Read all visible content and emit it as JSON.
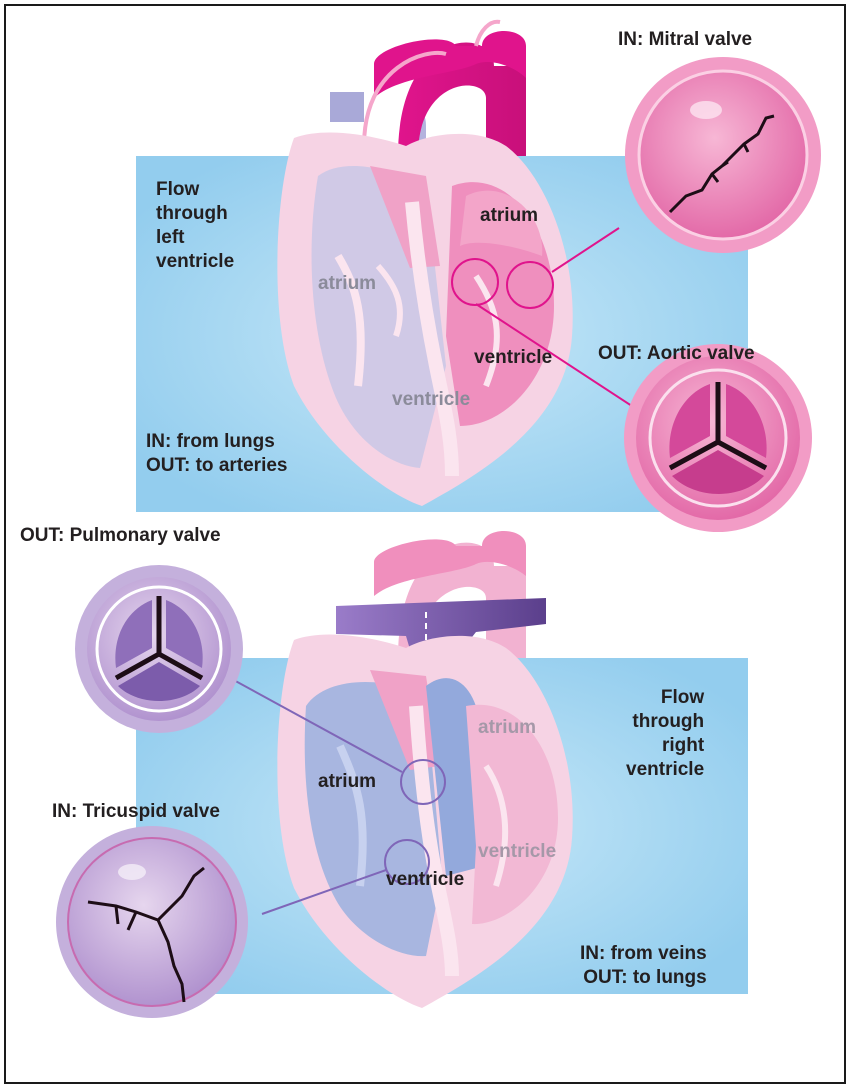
{
  "top_panel": {
    "flow_label": [
      "Flow",
      "through",
      "left",
      "ventricle"
    ],
    "in_out": [
      "IN: from lungs",
      "OUT: to arteries"
    ],
    "chambers": {
      "left_atrium": "atrium",
      "right_atrium": "atrium",
      "left_ventricle": "ventricle",
      "right_ventricle": "ventricle"
    },
    "valve_in": "IN: Mitral valve",
    "valve_out": "OUT: Aortic valve",
    "colors": {
      "accent": "#e0148c",
      "heart_fill": "#f6d3e4",
      "panel": "#9fd3ef"
    }
  },
  "bottom_panel": {
    "flow_label": [
      "Flow",
      "through",
      "right",
      "ventricle"
    ],
    "in_out": [
      "IN: from veins",
      "OUT: to lungs"
    ],
    "chambers": {
      "right_atrium": "atrium",
      "left_atrium": "atrium",
      "right_ventricle": "ventricle",
      "left_ventricle": "ventricle"
    },
    "valve_out": "OUT: Pulmonary valve",
    "valve_in": "IN: Tricuspid valve",
    "colors": {
      "accent": "#8c6bbf",
      "vessel": "#6a4c9c",
      "chamber_fill": "#a8b6e0"
    }
  }
}
